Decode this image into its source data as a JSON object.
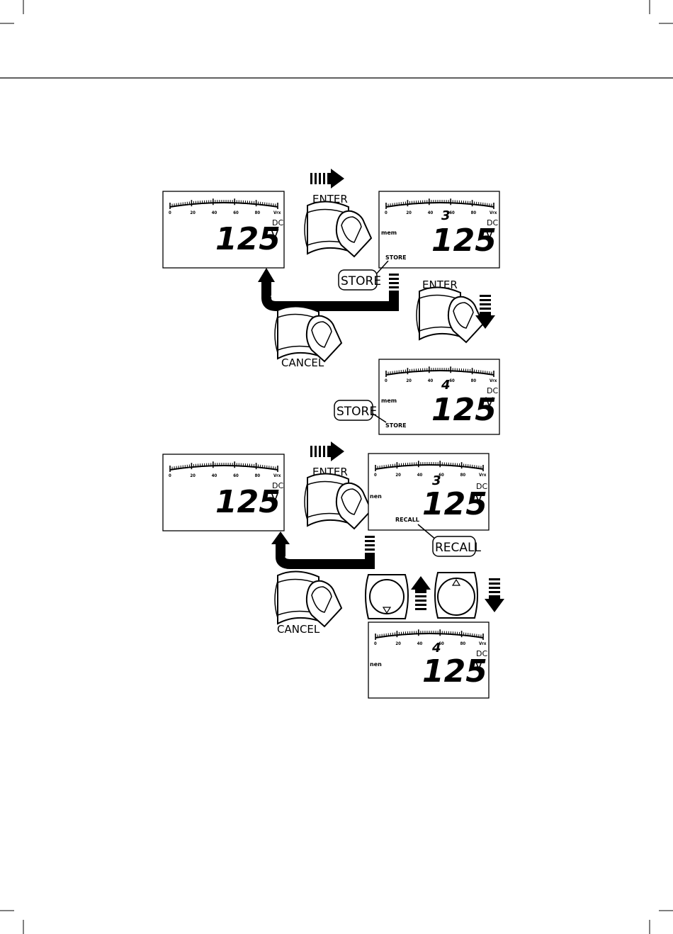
{
  "labels": {
    "enter": "ENTER",
    "cancel": "CANCEL",
    "store": "STORE",
    "recall": "RECALL"
  },
  "lcd": {
    "reading": "125",
    "dc": "DC",
    "volt": "V",
    "mem": "mem",
    "mem_alt": "nen",
    "store_indicator": "STORE",
    "recall_indicator": "RECALL",
    "bargraph_ticks": [
      "0",
      "20",
      "40",
      "60",
      "80",
      "Vrx"
    ]
  },
  "memory_slots": {
    "store_before": "3",
    "store_after": "4",
    "recall_before": "3",
    "recall_after": "4"
  },
  "icons": {
    "enter_button": "press-button-icon",
    "cancel_button": "press-button-icon",
    "up_button": "up-triangle-icon",
    "down_button": "down-triangle-icon"
  }
}
